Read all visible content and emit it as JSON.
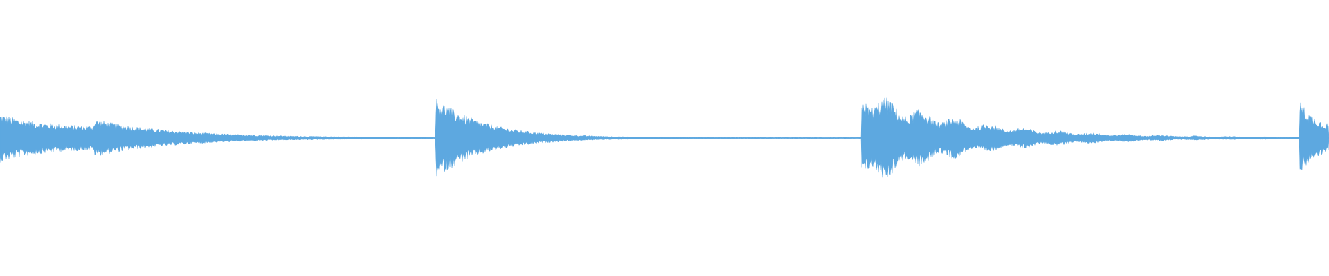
{
  "waveform": {
    "color": "#5da8e0",
    "background": "#ffffff",
    "duration_seconds": 27.0,
    "events": [
      {
        "start": 0.0,
        "end": 1.9,
        "peak": 0.18,
        "floor": 0.08,
        "decay": 0.8,
        "ripple": 0.0
      },
      {
        "start": 1.9,
        "end": 8.8,
        "peak": 0.14,
        "floor": 0.005,
        "decay": 1.6,
        "ripple": 0.0
      },
      {
        "start": 8.85,
        "end": 17.5,
        "peak": 0.3,
        "floor": 0.004,
        "decay": 1.0,
        "ripple": 0.0
      },
      {
        "start": 17.5,
        "end": 26.4,
        "peak": 0.38,
        "floor": 0.004,
        "decay": 2.0,
        "ripple": 0.35
      },
      {
        "start": 26.4,
        "end": 27.0,
        "peak": 0.28,
        "floor": 0.08,
        "decay": 0.3,
        "ripple": 0.0
      }
    ]
  }
}
